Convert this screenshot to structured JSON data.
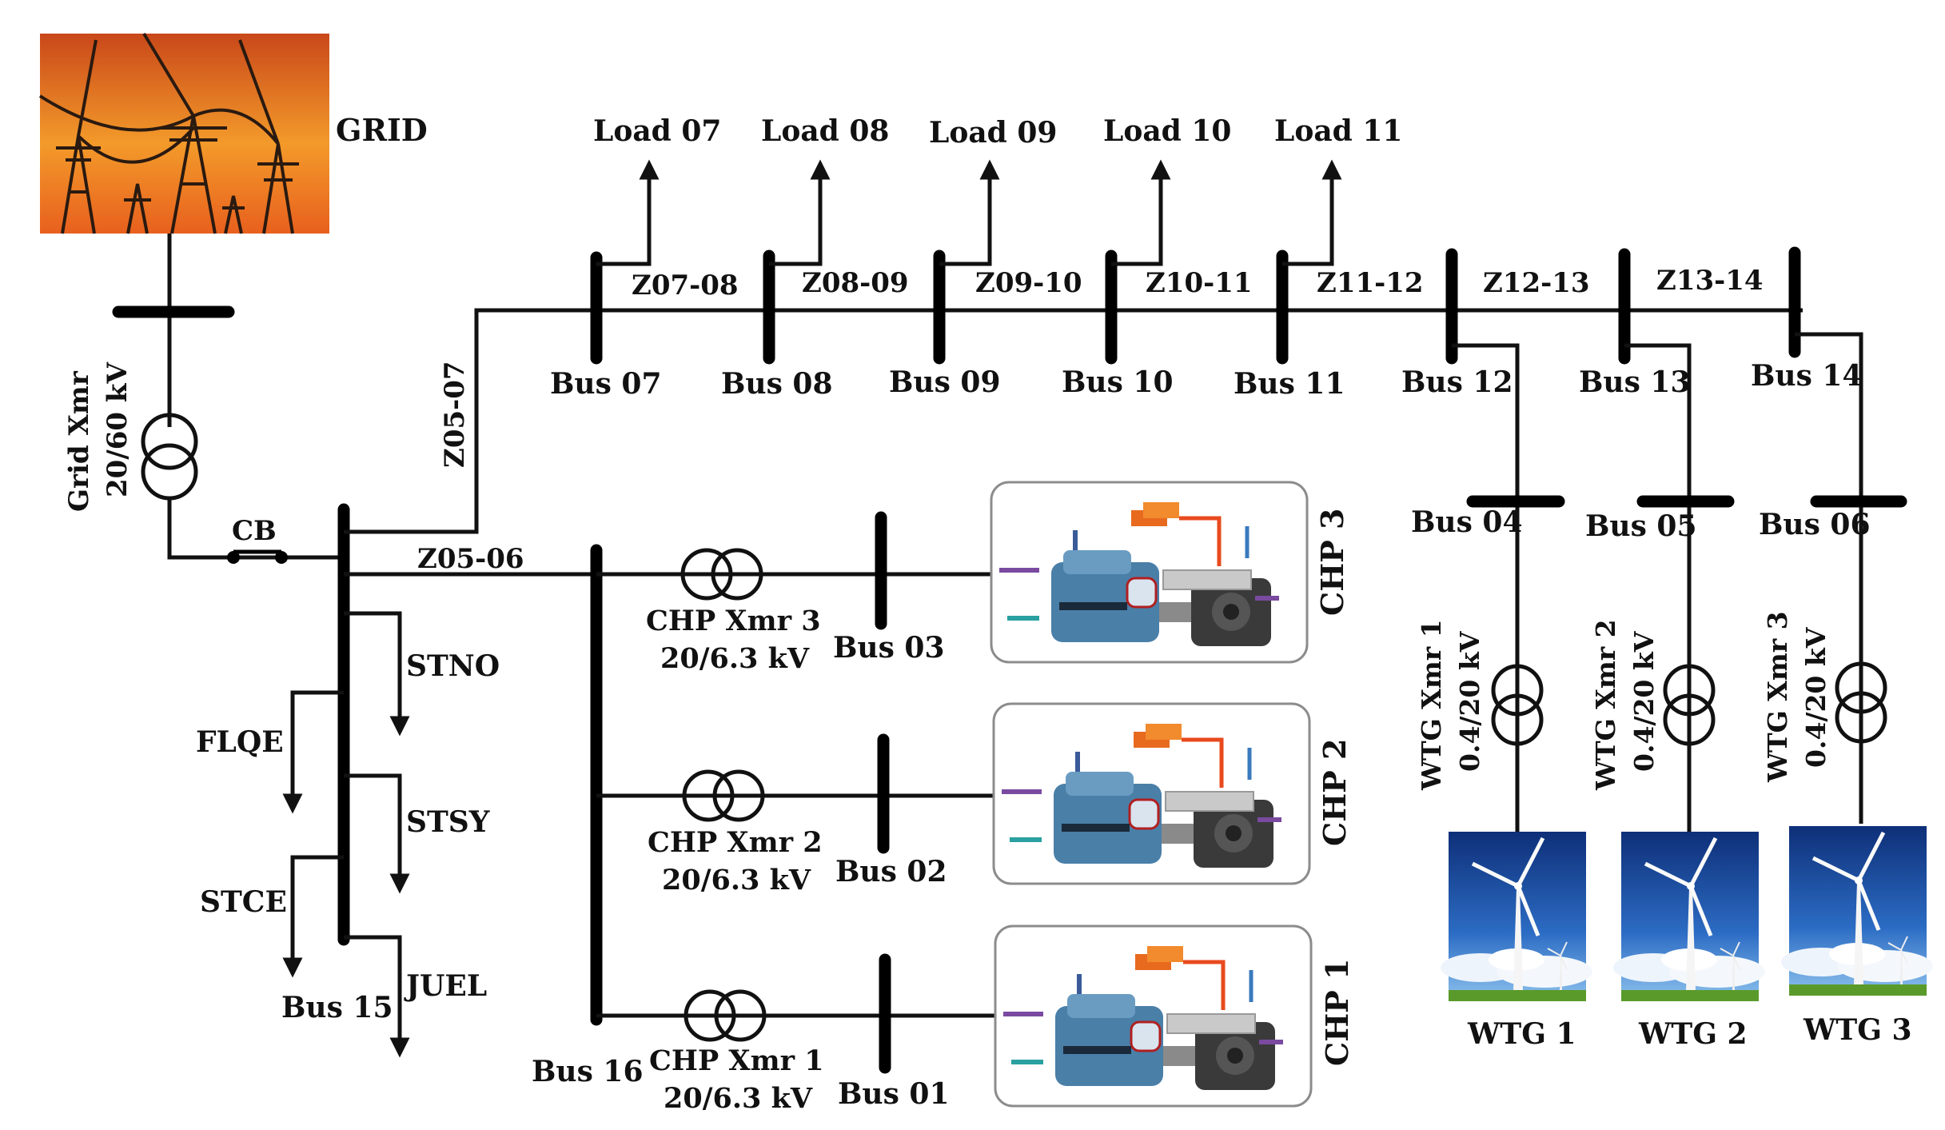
{
  "grid": {
    "label": "GRID",
    "xmr": [
      "Grid Xmr",
      "20/60 kV"
    ],
    "cb": "CB"
  },
  "buses": {
    "b01": "Bus 01",
    "b02": "Bus 02",
    "b03": "Bus 03",
    "b04": "Bus 04",
    "b05": "Bus 05",
    "b06": "Bus 06",
    "b07": "Bus 07",
    "b08": "Bus 08",
    "b09": "Bus 09",
    "b10": "Bus 10",
    "b11": "Bus 11",
    "b12": "Bus 12",
    "b13": "Bus 13",
    "b14": "Bus 14",
    "b15": "Bus 15",
    "b16": "Bus 16"
  },
  "lines": {
    "z0506": "Z05-06",
    "z0507": "Z05-07",
    "z0708": "Z07-08",
    "z0809": "Z08-09",
    "z0910": "Z09-10",
    "z1011": "Z10-11",
    "z1112": "Z11-12",
    "z1213": "Z12-13",
    "z1314": "Z13-14"
  },
  "loads": {
    "l07": "Load 07",
    "l08": "Load 08",
    "l09": "Load 09",
    "l10": "Load 10",
    "l11": "Load 11"
  },
  "feeders": {
    "stno": "STNO",
    "flqe": "FLQE",
    "stsy": "STSY",
    "stce": "STCE",
    "juel": "JUEL"
  },
  "chp": {
    "units": [
      "CHP 3",
      "CHP 2",
      "CHP 1"
    ],
    "xmr": [
      "CHP Xmr 3",
      "CHP Xmr 2",
      "CHP Xmr 1"
    ],
    "rating": "20/6.3 kV"
  },
  "wtg": {
    "units": [
      "WTG 1",
      "WTG 2",
      "WTG 3"
    ],
    "xmr": [
      "WTG Xmr 1",
      "WTG Xmr 2",
      "WTG Xmr 3"
    ],
    "rating": "0.4/20 kV"
  },
  "colors": {
    "grid_sky_top": "#e0501a",
    "grid_sky_mid": "#f6921e",
    "wtg_sky": "#1d4ea0",
    "chp_engine": "#4a7fa8",
    "chp_exhaust": "#e86a1e"
  }
}
